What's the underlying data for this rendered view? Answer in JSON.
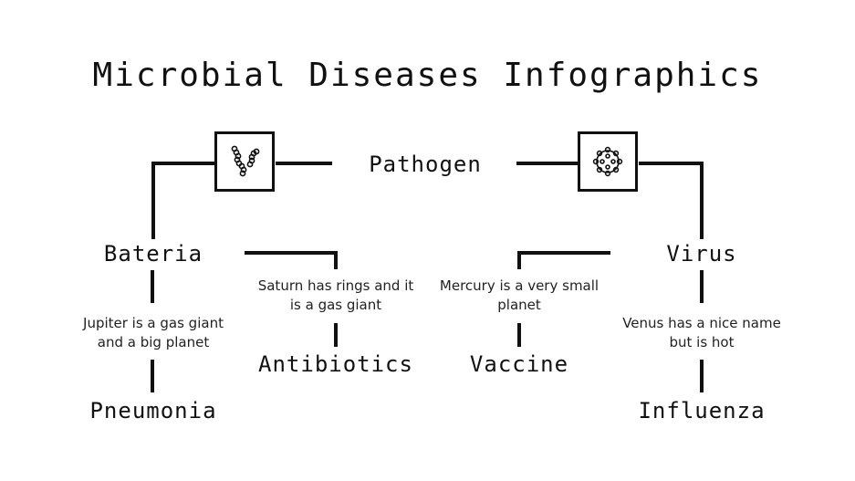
{
  "title": "Microbial Diseases Infographics",
  "center": {
    "label": "Pathogen"
  },
  "icons": {
    "left": "bacteria-icon",
    "right": "virus-icon"
  },
  "left_branch": {
    "heading": "Bateria",
    "description": "Jupiter is a gas giant and a big planet",
    "leaf": "Pneumonia",
    "side": {
      "description": "Saturn has rings and it is a gas giant",
      "leaf": "Antibiotics"
    }
  },
  "right_branch": {
    "heading": "Virus",
    "description": "Venus has a nice name but is hot",
    "leaf": "Influenza",
    "side": {
      "description": "Mercury is a very small planet",
      "leaf": "Vaccine"
    }
  },
  "colors": {
    "line": "#111111",
    "background": "#ffffff",
    "text": "#111111"
  }
}
